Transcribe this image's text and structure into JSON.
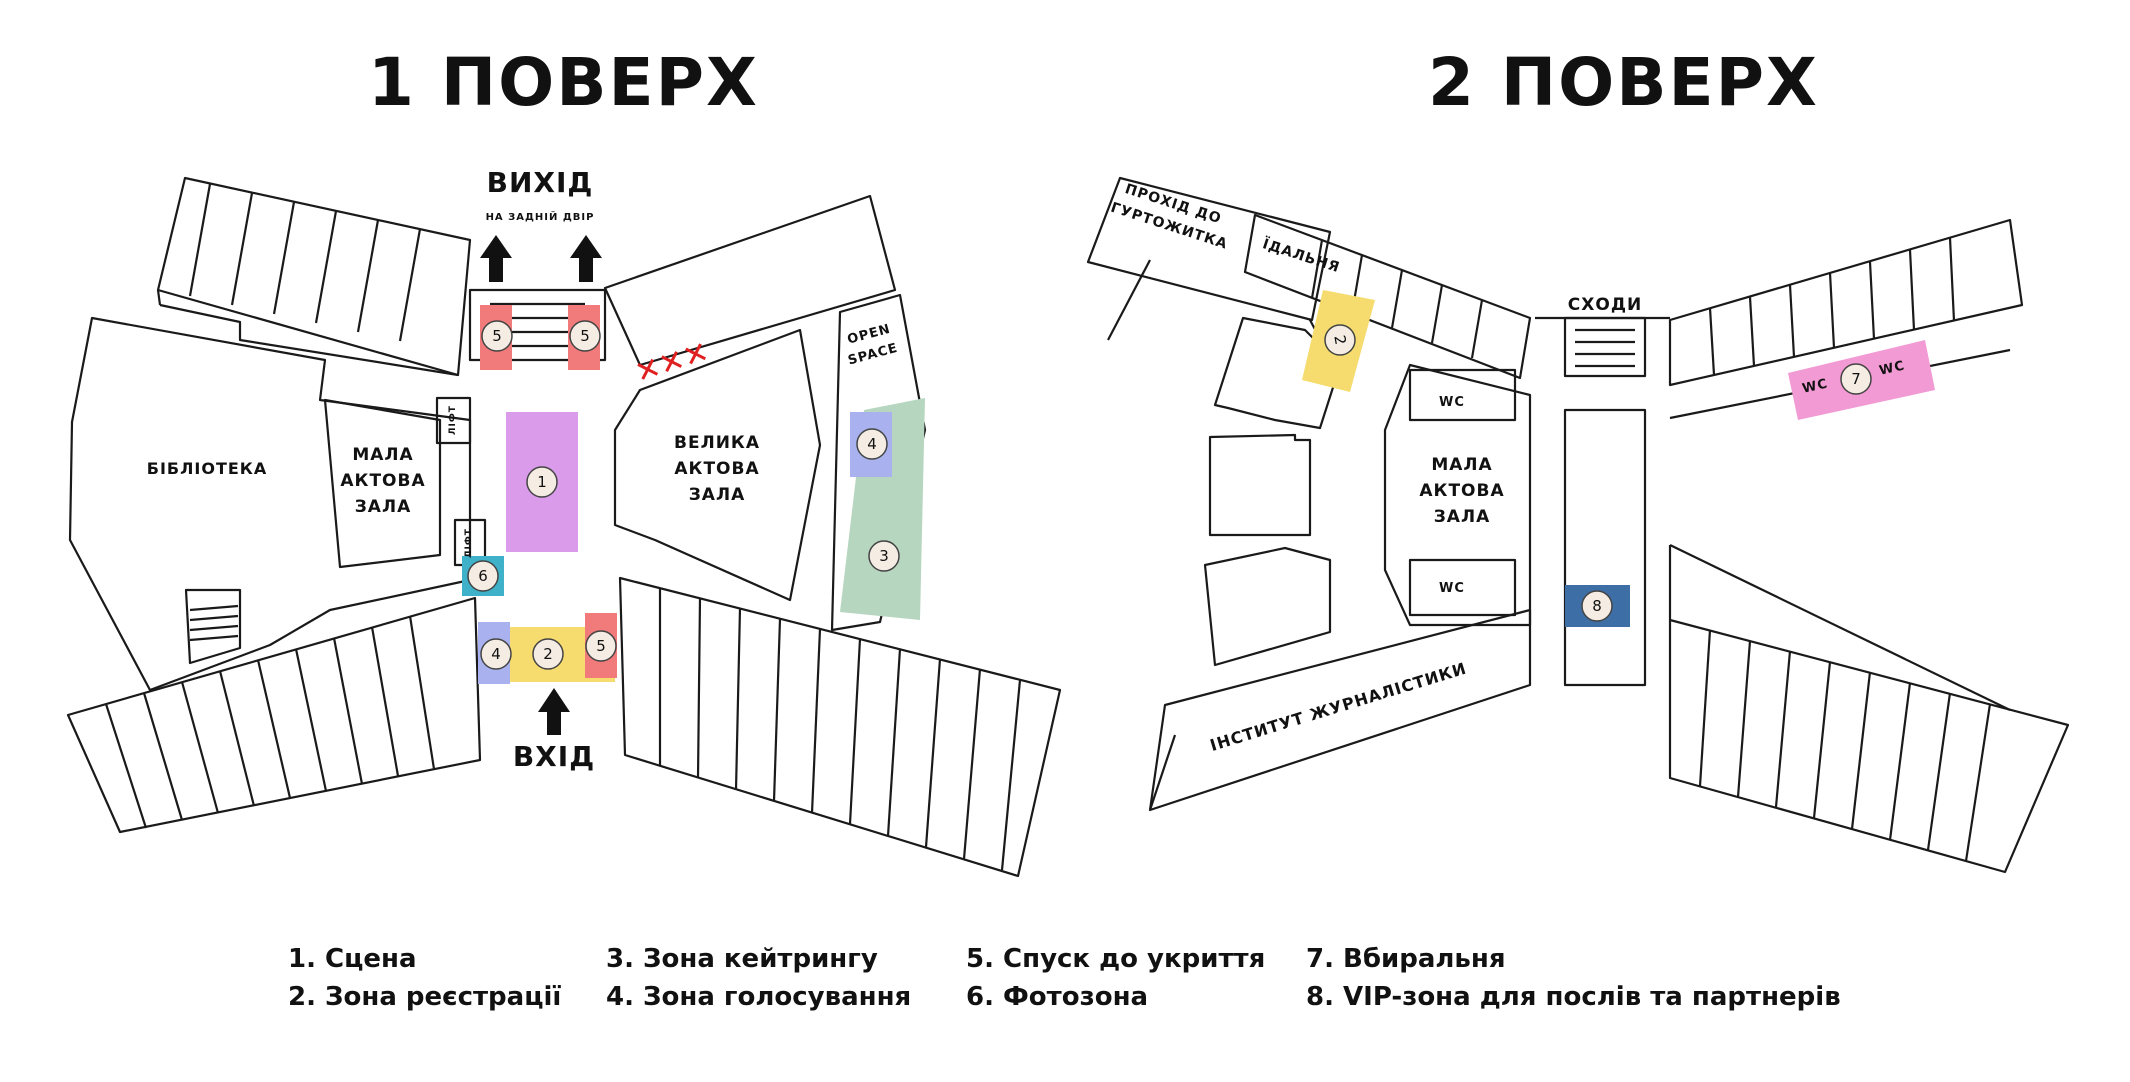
{
  "floor1": {
    "title": "1 ПОВЕРХ",
    "exit": "ВИХІД",
    "exit_sub": "НА ЗАДНІЙ ДВІР",
    "entrance": "ВХІД",
    "library": "БІБЛІОТЕКА",
    "small_hall": [
      "МАЛА",
      "АКТОВА",
      "ЗАЛА"
    ],
    "big_hall": [
      "ВЕЛИКА",
      "АКТОВА",
      "ЗАЛА"
    ],
    "open_space": [
      "OPEN",
      "SPACE"
    ],
    "lift": "ЛІФТ",
    "closed_mark": "✕✕✕"
  },
  "floor2": {
    "title": "2 ПОВЕРХ",
    "passage": [
      "ПРОХІД ДО",
      "ГУРТОЖИТКА"
    ],
    "canteen": "ЇДАЛЬНЯ",
    "stairs": "СХОДИ",
    "small_hall": [
      "МАЛА",
      "АКТОВА",
      "ЗАЛА"
    ],
    "wc": "WC",
    "journalism": "ІНСТИТУТ ЖУРНАЛІСТИКИ"
  },
  "zones": {
    "n1": "1",
    "n2": "2",
    "n3": "3",
    "n4": "4",
    "n5": "5",
    "n6": "6",
    "n7": "7",
    "n8": "8"
  },
  "colors": {
    "stage": "#d99bea",
    "registration": "#f6dc6e",
    "catering": "#b7d6bf",
    "voting": "#a9b2ef",
    "shelter": "#f17a7a",
    "photo": "#3fb2c9",
    "wc": "#f29ad4",
    "vip": "#3e6ea6",
    "wall": "#1a1a1a"
  },
  "legend": {
    "col1": [
      "1. Сцена",
      "2. Зона реєстрації"
    ],
    "col2": [
      "3. Зона кейтрингу",
      "4. Зона голосування"
    ],
    "col3": [
      "5. Спуск до укриття",
      "6. Фотозона"
    ],
    "col4": [
      "7. Вбиральня",
      "8. VIP-зона для послів та партнерів"
    ]
  }
}
